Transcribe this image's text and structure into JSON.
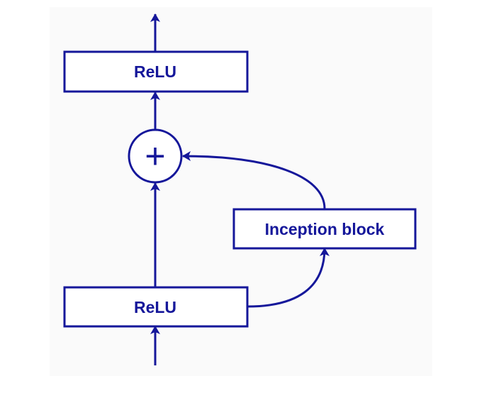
{
  "diagram": {
    "nodes": {
      "relu_top": {
        "label": "ReLU"
      },
      "relu_bottom": {
        "label": "ReLU"
      },
      "inception": {
        "label": "Inception block"
      },
      "add": {
        "symbol": "+"
      }
    },
    "edges": [
      {
        "from": "input",
        "to": "relu_bottom"
      },
      {
        "from": "relu_bottom",
        "to": "add"
      },
      {
        "from": "relu_bottom",
        "to": "inception"
      },
      {
        "from": "inception",
        "to": "add"
      },
      {
        "from": "add",
        "to": "relu_top"
      },
      {
        "from": "relu_top",
        "to": "output"
      }
    ],
    "colors": {
      "stroke": "#15179a",
      "text": "#15179a",
      "box_fill": "#ffffff",
      "canvas": "#fafafa"
    }
  }
}
